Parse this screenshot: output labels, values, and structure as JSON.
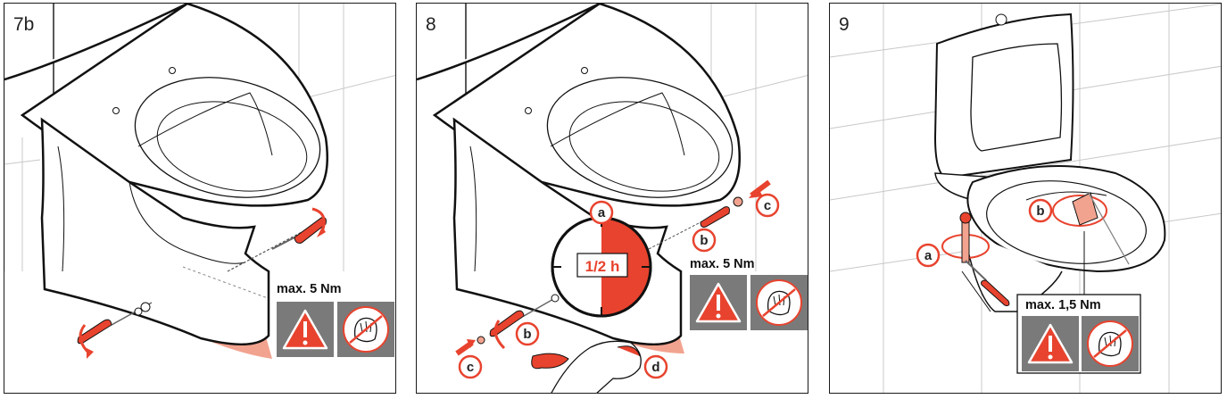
{
  "colors": {
    "accent": "#e8432e",
    "salmon": "#f2a38f",
    "grey_box": "#7a7a7a",
    "outline": "#111111"
  },
  "panels": [
    {
      "step": "7b",
      "torque": "max. 5 Nm",
      "callouts": []
    },
    {
      "step": "8",
      "torque": "max. 5 Nm",
      "clock": "1/2 h",
      "callouts": [
        "a",
        "b",
        "b",
        "c",
        "c",
        "d"
      ]
    },
    {
      "step": "9",
      "torque": "max. 1,5 Nm",
      "callouts": [
        "a",
        "b"
      ]
    }
  ],
  "icons": [
    "warning-triangle-icon",
    "no-hand-tightening-icon",
    "screwdriver-icon",
    "clock-icon",
    "hand-icon"
  ]
}
